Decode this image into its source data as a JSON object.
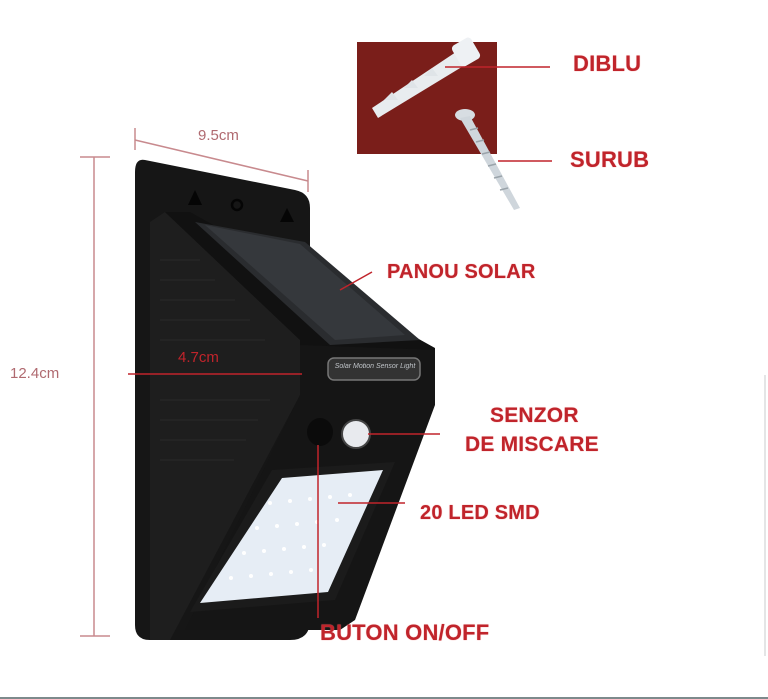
{
  "diagram": {
    "subject": "Solar motion sensor wall light",
    "colors": {
      "label_red": "#c0242b",
      "dimension_line": "#c88a8e",
      "device_black": "#1a1a1a",
      "panel_red": "#7a1e1a",
      "led_panel": "#e6edf5"
    },
    "dimensions": {
      "width": "9.5cm",
      "height": "12.4cm",
      "depth": "4.7cm"
    },
    "accessories": {
      "dowel_label": "DIBLU",
      "screw_label": "SURUB"
    },
    "parts": {
      "solar_panel": "PANOU SOLAR",
      "motion_sensor_line1": "SENZOR",
      "motion_sensor_line2": "DE MISCARE",
      "led": "20 LED SMD",
      "button": "BUTON ON/OFF"
    },
    "sticker_text": "Solar Motion Sensor Light"
  }
}
